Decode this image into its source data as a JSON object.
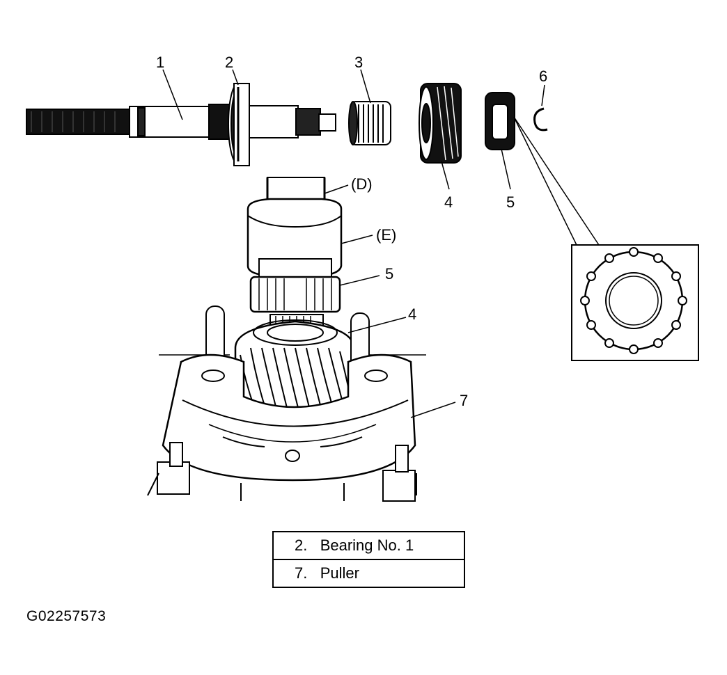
{
  "callouts": {
    "c1": "1",
    "c2": "2",
    "c3": "3",
    "c4_top": "4",
    "c5_top": "5",
    "c6": "6",
    "cD": "(D)",
    "cE": "(E)",
    "c5_mid": "5",
    "c4_mid": "4",
    "c7": "7"
  },
  "legend": [
    {
      "num": "2.",
      "text": "Bearing No. 1"
    },
    {
      "num": "7.",
      "text": "Puller"
    }
  ],
  "figure_id": "G02257573"
}
